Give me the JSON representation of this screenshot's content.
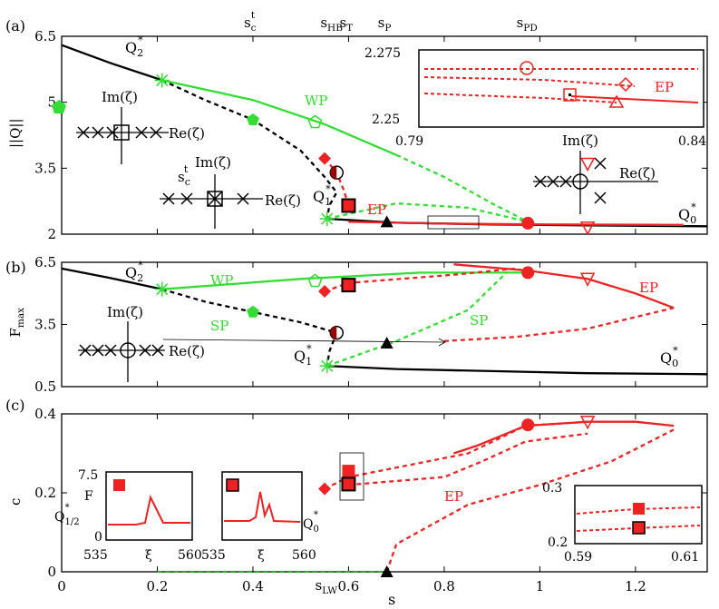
{
  "chart_data": {
    "type": "line",
    "top_labels": [
      "s_c^t",
      "s_HB",
      "s_T",
      "s_P",
      "s_PD"
    ],
    "top_label_x": [
      0.4,
      0.56,
      0.6,
      0.68,
      0.97
    ],
    "xlabel": "s",
    "xlim": [
      0,
      1.35
    ],
    "x_ticks": [
      "0",
      "0.2",
      "0.4",
      "0.6",
      "0.8",
      "1",
      "1.2"
    ],
    "x_tick_values": [
      0,
      0.2,
      0.4,
      0.6,
      0.8,
      1.0,
      1.2
    ],
    "s_lw_label": "s_LW",
    "panels": [
      {
        "label": "(a)",
        "ylabel": "||Q||",
        "ylim": [
          2,
          6.5
        ],
        "y_ticks": [
          "2",
          "3.5",
          "5",
          "6.5"
        ],
        "y_tick_values": [
          2,
          3.5,
          5,
          6.5
        ],
        "series": [
          {
            "name": "Q_2^*",
            "color": "#000000",
            "dash": "solid",
            "points": [
              [
                0,
                6.3
              ],
              [
                0.1,
                5.9
              ],
              [
                0.21,
                5.5
              ]
            ]
          },
          {
            "name": "",
            "color": "#000000",
            "dash": "dashed",
            "points": [
              [
                0.21,
                5.5
              ],
              [
                0.3,
                5.05
              ],
              [
                0.4,
                4.6
              ],
              [
                0.5,
                3.9
              ],
              [
                0.55,
                3.3
              ],
              [
                0.575,
                2.95
              ],
              [
                0.56,
                2.65
              ],
              [
                0.555,
                2.35
              ]
            ]
          },
          {
            "name": "Q_0^*",
            "color": "#000000",
            "dash": "solid",
            "points": [
              [
                0.555,
                2.35
              ],
              [
                0.7,
                2.26
              ],
              [
                0.9,
                2.22
              ],
              [
                1.1,
                2.2
              ],
              [
                1.35,
                2.18
              ]
            ]
          },
          {
            "name": "WP",
            "color": "#33dd33",
            "dash": "solid",
            "points": [
              [
                0.21,
                5.5
              ],
              [
                0.4,
                5.05
              ],
              [
                0.55,
                4.5
              ],
              [
                0.7,
                3.8
              ]
            ]
          },
          {
            "name": "",
            "color": "#33dd33",
            "dash": "dashed",
            "points": [
              [
                0.7,
                3.8
              ],
              [
                0.8,
                3.3
              ],
              [
                0.9,
                2.7
              ],
              [
                0.975,
                2.28
              ]
            ]
          },
          {
            "name": "",
            "color": "#33dd33",
            "dash": "dashed",
            "points": [
              [
                0.555,
                2.35
              ],
              [
                0.7,
                2.7
              ],
              [
                0.85,
                2.6
              ],
              [
                0.975,
                2.28
              ]
            ]
          },
          {
            "name": "EP",
            "color": "#ee2222",
            "dash": "dashed",
            "points": [
              [
                0.55,
                3.72
              ],
              [
                0.575,
                3.4
              ],
              [
                0.59,
                3.0
              ],
              [
                0.6,
                2.65
              ]
            ]
          },
          {
            "name": "EP",
            "color": "#ee2222",
            "dash": "solid",
            "points": [
              [
                0.6,
                2.28
              ],
              [
                0.8,
                2.24
              ],
              [
                1.0,
                2.22
              ],
              [
                1.3,
                2.21
              ]
            ]
          }
        ],
        "points": [
          {
            "x": 0.21,
            "y": 5.5,
            "shape": "star",
            "color": "#33dd33"
          },
          {
            "x": 0.4,
            "y": 4.6,
            "shape": "pentagon",
            "color": "#33dd33"
          },
          {
            "x": 0.53,
            "y": 4.55,
            "shape": "pentagon-open",
            "color": "#33dd33"
          },
          {
            "x": 0.55,
            "y": 3.72,
            "shape": "diamond",
            "color": "#ee2222"
          },
          {
            "x": 0.575,
            "y": 3.4,
            "shape": "half-circle",
            "color": "#990000"
          },
          {
            "x": 0.6,
            "y": 2.65,
            "shape": "square-outlined",
            "color": "#ee2222"
          },
          {
            "x": 0.555,
            "y": 2.35,
            "shape": "star",
            "color": "#33dd33"
          },
          {
            "x": 0.68,
            "y": 2.28,
            "shape": "triangle",
            "color": "#000000"
          },
          {
            "x": 0.975,
            "y": 2.25,
            "shape": "circle",
            "color": "#ee2222"
          },
          {
            "x": 1.1,
            "y": 2.15,
            "shape": "triangle-down-open",
            "color": "#ee2222"
          },
          {
            "x": 1.1,
            "y": 3.6,
            "shape": "triangle-down-open",
            "color": "#ee2222"
          }
        ],
        "labels": [
          "Q_2^*",
          "Q_1^*",
          "Q_0^*",
          "WP",
          "EP",
          "Im(ζ)",
          "Re(ζ)",
          "s_c^t"
        ],
        "inset": {
          "xlim": [
            0.79,
            0.84
          ],
          "ylim": [
            2.25,
            2.275
          ],
          "x_ticks": [
            "0.79",
            "0.84"
          ],
          "y_ticks": [
            "2.25",
            "2.275"
          ],
          "label": "EP"
        }
      },
      {
        "label": "(b)",
        "ylabel": "F_max",
        "ylim": [
          0.5,
          6.5
        ],
        "y_ticks": [
          "0.5",
          "3.5",
          "6.5"
        ],
        "y_tick_values": [
          0.5,
          3.5,
          6.5
        ],
        "series": [
          {
            "name": "Q_2^*",
            "color": "#000000",
            "dash": "solid",
            "points": [
              [
                0,
                6.2
              ],
              [
                0.1,
                5.75
              ],
              [
                0.21,
                5.2
              ]
            ]
          },
          {
            "name": "",
            "color": "#000000",
            "dash": "dashed",
            "points": [
              [
                0.21,
                5.2
              ],
              [
                0.3,
                4.6
              ],
              [
                0.4,
                4.1
              ],
              [
                0.5,
                3.6
              ],
              [
                0.575,
                3.1
              ],
              [
                0.56,
                2.2
              ],
              [
                0.555,
                1.5
              ]
            ]
          },
          {
            "name": "Q_0^*",
            "color": "#000000",
            "dash": "solid",
            "points": [
              [
                0.555,
                1.5
              ],
              [
                0.7,
                1.35
              ],
              [
                0.9,
                1.25
              ],
              [
                1.1,
                1.15
              ],
              [
                1.35,
                1.1
              ]
            ]
          },
          {
            "name": "WP",
            "color": "#33dd33",
            "dash": "solid",
            "points": [
              [
                0.21,
                5.2
              ],
              [
                0.5,
                5.7
              ],
              [
                0.75,
                6.0
              ],
              [
                0.975,
                6.0
              ]
            ]
          },
          {
            "name": "SP",
            "color": "#33dd33",
            "dash": "dashed",
            "points": [
              [
                0.555,
                1.5
              ],
              [
                0.7,
                2.7
              ],
              [
                0.85,
                4.2
              ],
              [
                0.93,
                6.0
              ],
              [
                0.975,
                6.0
              ]
            ]
          },
          {
            "name": "EP",
            "color": "#ee2222",
            "dash": "solid",
            "points": [
              [
                0.82,
                6.4
              ],
              [
                0.975,
                6.1
              ],
              [
                1.1,
                5.7
              ],
              [
                1.2,
                5.0
              ],
              [
                1.28,
                4.3
              ]
            ]
          },
          {
            "name": "EP",
            "color": "#ee2222",
            "dash": "dashed",
            "points": [
              [
                0.55,
                5.1
              ],
              [
                0.6,
                5.5
              ],
              [
                0.82,
                5.9
              ],
              [
                0.95,
                6.2
              ],
              [
                0.98,
                6.0
              ]
            ]
          },
          {
            "name": "",
            "color": "#ee2222",
            "dash": "dashed",
            "points": [
              [
                0.8,
                2.7
              ],
              [
                0.95,
                2.9
              ],
              [
                1.1,
                3.3
              ],
              [
                1.28,
                4.3
              ]
            ]
          }
        ],
        "points": [
          {
            "x": 0.21,
            "y": 5.2,
            "shape": "star",
            "color": "#33dd33"
          },
          {
            "x": 0.4,
            "y": 4.1,
            "shape": "pentagon",
            "color": "#33dd33"
          },
          {
            "x": 0.53,
            "y": 5.6,
            "shape": "pentagon-open",
            "color": "#33dd33"
          },
          {
            "x": 0.55,
            "y": 5.1,
            "shape": "diamond",
            "color": "#ee2222"
          },
          {
            "x": 0.6,
            "y": 5.4,
            "shape": "square-outlined",
            "color": "#ee2222"
          },
          {
            "x": 0.575,
            "y": 3.1,
            "shape": "half-circle",
            "color": "#990000"
          },
          {
            "x": 0.555,
            "y": 1.5,
            "shape": "star",
            "color": "#33dd33"
          },
          {
            "x": 0.68,
            "y": 2.6,
            "shape": "triangle",
            "color": "#000000"
          },
          {
            "x": 0.975,
            "y": 6.0,
            "shape": "circle",
            "color": "#ee2222"
          },
          {
            "x": 1.1,
            "y": 5.7,
            "shape": "triangle-down-open",
            "color": "#ee2222"
          }
        ],
        "labels": [
          "Q_2^*",
          "Q_1^*",
          "Q_0^*",
          "WP",
          "SP",
          "EP",
          "Im(ζ)",
          "Re(ζ)"
        ]
      },
      {
        "label": "(c)",
        "ylabel": "c",
        "ylim": [
          0,
          0.4
        ],
        "y_ticks": [
          "0",
          "0.2",
          "0.4"
        ],
        "y_tick_values": [
          0,
          0.2,
          0.4
        ],
        "series": [
          {
            "name": "",
            "color": "#33aa33",
            "dash": "dashed",
            "points": [
              [
                0.2,
                0
              ],
              [
                0.68,
                0
              ]
            ]
          },
          {
            "name": "EP",
            "color": "#ee2222",
            "dash": "solid",
            "points": [
              [
                0.82,
                0.3
              ],
              [
                0.87,
                0.32
              ],
              [
                0.97,
                0.37
              ],
              [
                1.1,
                0.38
              ],
              [
                1.2,
                0.38
              ],
              [
                1.28,
                0.37
              ]
            ]
          },
          {
            "name": "EP",
            "color": "#ee2222",
            "dash": "dashed",
            "points": [
              [
                0.55,
                0.21
              ],
              [
                0.6,
                0.24
              ],
              [
                0.85,
                0.3
              ],
              [
                0.97,
                0.37
              ],
              [
                1.1,
                0.38
              ]
            ]
          },
          {
            "name": "",
            "color": "#ee2222",
            "dash": "dashed",
            "points": [
              [
                0.6,
                0.22
              ],
              [
                0.8,
                0.24
              ],
              [
                0.88,
                0.28
              ],
              [
                0.97,
                0.33
              ],
              [
                1.1,
                0.35
              ]
            ]
          },
          {
            "name": "",
            "color": "#ee2222",
            "dash": "dashed",
            "points": [
              [
                0.68,
                0
              ],
              [
                0.7,
                0.07
              ],
              [
                0.85,
                0.17
              ],
              [
                1.0,
                0.22
              ],
              [
                1.15,
                0.28
              ],
              [
                1.28,
                0.36
              ]
            ]
          }
        ],
        "points": [
          {
            "x": 0.55,
            "y": 0.21,
            "shape": "diamond",
            "color": "#ee2222"
          },
          {
            "x": 0.6,
            "y": 0.255,
            "shape": "square",
            "color": "#ee2222"
          },
          {
            "x": 0.6,
            "y": 0.222,
            "shape": "square-outlined",
            "color": "#ee2222"
          },
          {
            "x": 0.68,
            "y": 0,
            "shape": "triangle",
            "color": "#000000"
          },
          {
            "x": 0.975,
            "y": 0.372,
            "shape": "circle",
            "color": "#ee2222"
          },
          {
            "x": 1.1,
            "y": 0.38,
            "shape": "triangle-down-open",
            "color": "#ee2222"
          }
        ],
        "labels": [
          "EP"
        ],
        "insets": [
          {
            "ylabel": "F",
            "y_top": "7.5",
            "y_bottom": "0",
            "x_ticks": [
              "535",
              "560"
            ],
            "xlabel": "ξ",
            "curve_label": "Q_1/2^*"
          },
          {
            "ylabel": "",
            "x_ticks": [
              "535",
              "560"
            ],
            "xlabel": "ξ",
            "curve_label": "Q_0^*"
          },
          {
            "xlim": [
              0.59,
              0.61
            ],
            "ylim": [
              0.2,
              0.3
            ],
            "x_ticks": [
              "0.59",
              "0.61"
            ],
            "y_ticks": [
              "0.2",
              "0.3"
            ]
          }
        ]
      }
    ]
  }
}
